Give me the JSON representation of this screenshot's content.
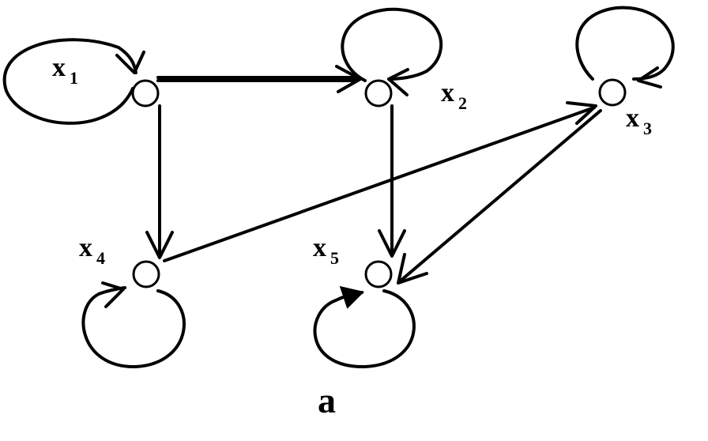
{
  "diagram": {
    "caption": "a",
    "nodes": [
      {
        "id": "x1",
        "label_main": "x",
        "label_sub": "1"
      },
      {
        "id": "x2",
        "label_main": "x",
        "label_sub": "2"
      },
      {
        "id": "x3",
        "label_main": "x",
        "label_sub": "3"
      },
      {
        "id": "x4",
        "label_main": "x",
        "label_sub": "4"
      },
      {
        "id": "x5",
        "label_main": "x",
        "label_sub": "5"
      }
    ],
    "edges": [
      {
        "from": "x1",
        "to": "x2"
      },
      {
        "from": "x1",
        "to": "x4"
      },
      {
        "from": "x2",
        "to": "x5"
      },
      {
        "from": "x4",
        "to": "x3"
      },
      {
        "from": "x3",
        "to": "x5"
      },
      {
        "from": "x1",
        "to": "x1"
      },
      {
        "from": "x2",
        "to": "x2"
      },
      {
        "from": "x3",
        "to": "x3"
      },
      {
        "from": "x4",
        "to": "x4"
      },
      {
        "from": "x5",
        "to": "x5"
      }
    ]
  }
}
